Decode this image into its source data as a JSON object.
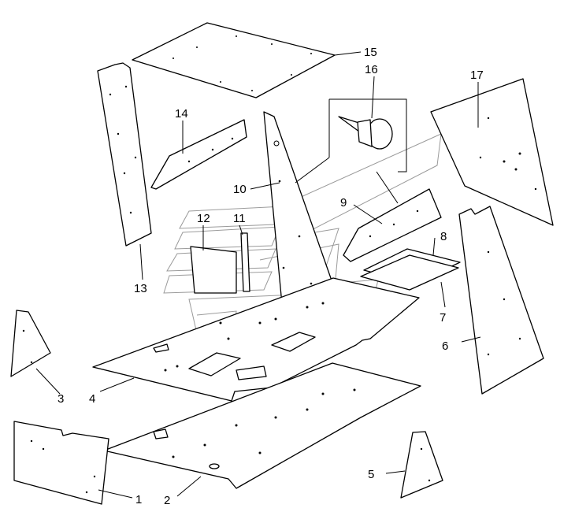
{
  "diagram": {
    "callouts": [
      "1",
      "2",
      "3",
      "4",
      "5",
      "6",
      "7",
      "8",
      "9",
      "10",
      "11",
      "12",
      "13",
      "14",
      "15",
      "16",
      "17"
    ]
  },
  "colors": {
    "line": "#000000",
    "ghost": "#9a9a9a",
    "background": "#ffffff"
  }
}
